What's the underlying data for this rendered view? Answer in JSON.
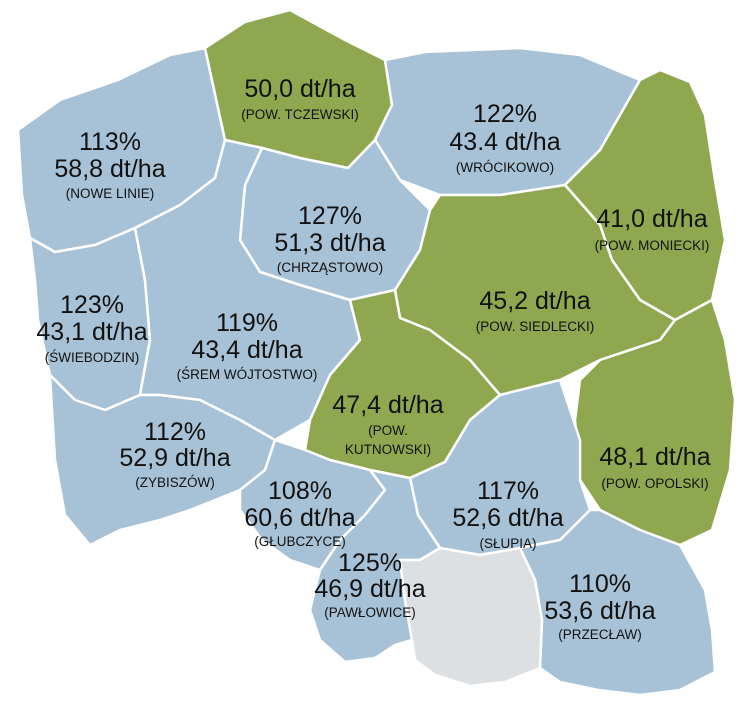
{
  "regions": [
    {
      "id": "tczewski",
      "fill": "#8fa84f",
      "percent": "",
      "yield": "50,0 dt/ha",
      "place": "(POW. TCZEWSKI)"
    },
    {
      "id": "wrocikowo",
      "fill": "#a7c2d6",
      "percent": "122%",
      "yield": "43.4 dt/ha",
      "place": "(WRÓCIKOWO)"
    },
    {
      "id": "nowe-linie",
      "fill": "#a7c2d6",
      "percent": "113%",
      "yield": "58,8 dt/ha",
      "place": "(NOWE LINIE)"
    },
    {
      "id": "chrzastowo",
      "fill": "#a7c2d6",
      "percent": "127%",
      "yield": "51,3 dt/ha",
      "place": "(CHRZĄSTOWO)"
    },
    {
      "id": "moniecki",
      "fill": "#8fa84f",
      "percent": "",
      "yield": "41,0 dt/ha",
      "place": "(POW. MONIECKI)"
    },
    {
      "id": "siedlecki",
      "fill": "#8fa84f",
      "percent": "",
      "yield": "45,2 dt/ha",
      "place": "(POW. SIEDLECKI)"
    },
    {
      "id": "swiebodzin",
      "fill": "#a7c2d6",
      "percent": "123%",
      "yield": "43,1 dt/ha",
      "place": "(ŚWIEBODZIN)"
    },
    {
      "id": "srem",
      "fill": "#a7c2d6",
      "percent": "119%",
      "yield": "43,4 dt/ha",
      "place": "(ŚREM WÓJTOSTWO)"
    },
    {
      "id": "kutnowski",
      "fill": "#8fa84f",
      "percent": "",
      "yield": "47,4 dt/ha",
      "place": "(POW.",
      "place2": "KUTNOWSKI)"
    },
    {
      "id": "zybiszow",
      "fill": "#a7c2d6",
      "percent": "112%",
      "yield": "52,9 dt/ha",
      "place": "(ZYBISZÓW)"
    },
    {
      "id": "opolski",
      "fill": "#8fa84f",
      "percent": "",
      "yield": "48,1 dt/ha",
      "place": "(POW. OPOLSKI)"
    },
    {
      "id": "glubczyce",
      "fill": "#a7c2d6",
      "percent": "108%",
      "yield": "60,6 dt/ha",
      "place": "(GŁUBCZYCE)"
    },
    {
      "id": "slupia",
      "fill": "#a7c2d6",
      "percent": "117%",
      "yield": "52,6 dt/ha",
      "place": "(SŁUPIA)"
    },
    {
      "id": "pawlowice",
      "fill": "#a7c2d6",
      "percent": "125%",
      "yield": "46,9 dt/ha",
      "place": "(PAWŁOWICE)"
    },
    {
      "id": "przeclaw",
      "fill": "#a7c2d6",
      "percent": "110%",
      "yield": "53,6 dt/ha",
      "place": "(PRZECŁAW)"
    },
    {
      "id": "malopolska",
      "fill": "#dde0e2",
      "percent": "",
      "yield": "",
      "place": ""
    }
  ]
}
